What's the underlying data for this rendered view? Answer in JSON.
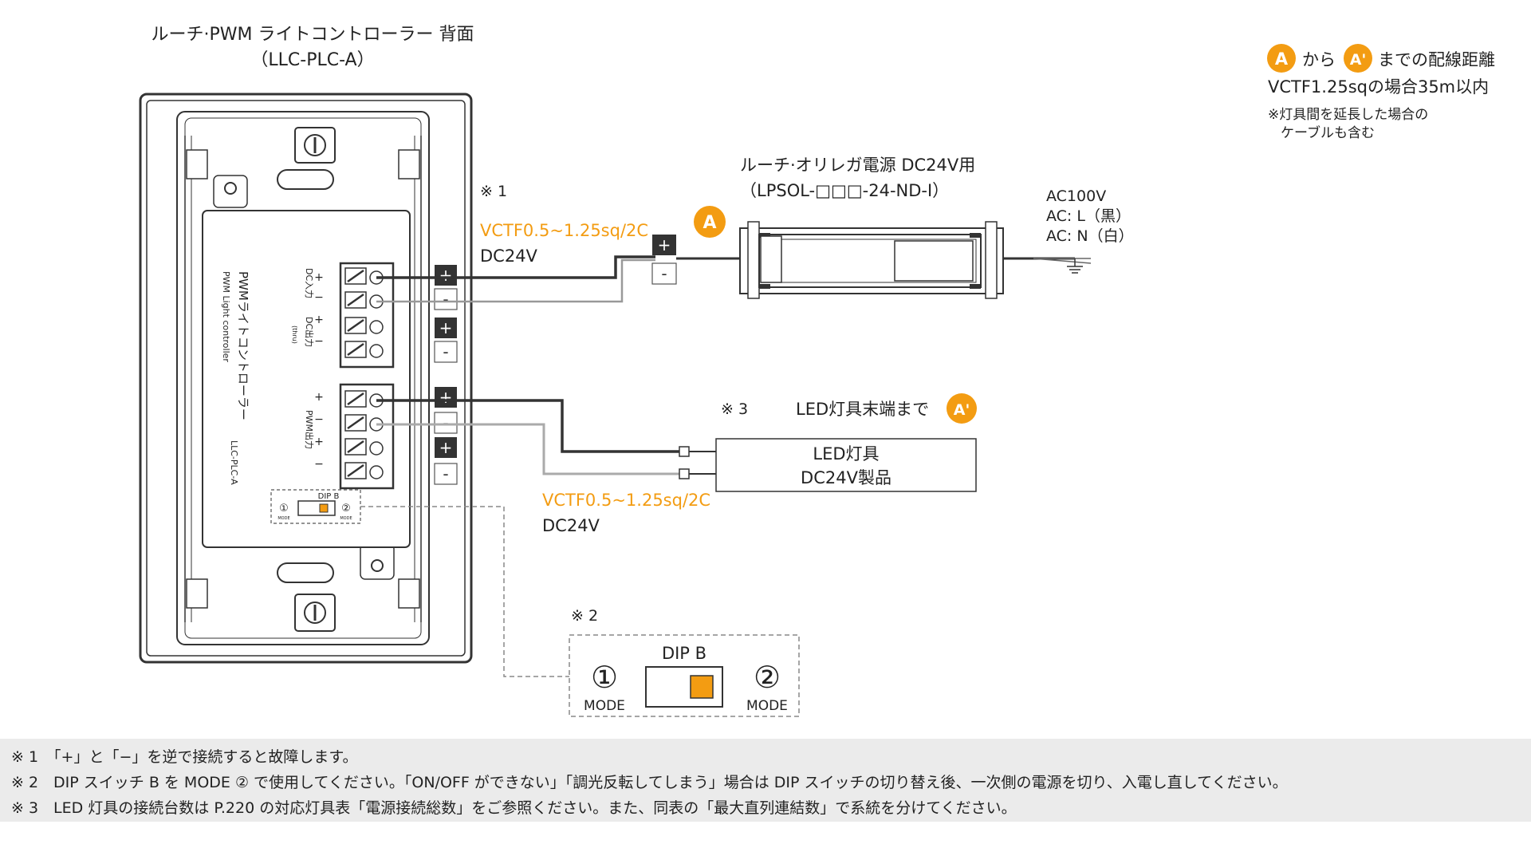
{
  "controller": {
    "title": "ルーチ·PWM ライトコントローラー 背面",
    "model": "（LLC-PLC-A）",
    "label_jp": "PWMライトコントローラー",
    "label_en": "PWM Light controller",
    "model_small": "LLC-PLC-A",
    "dc_in_label": "DC入力",
    "dc_out_label": "DC出力",
    "dc_out_sub": "(thru)",
    "pwm_out_label": "PWM出力",
    "plus": "+",
    "minus": "−",
    "dip_label": "DIP B",
    "mode1": "①",
    "mode2": "②",
    "mode_text": "MODE"
  },
  "power_supply": {
    "title": "ルーチ·オリレガ電源 DC24V用",
    "model": "（LPSOL-□□□-24-ND-I）",
    "ac_voltage": "AC100V",
    "ac_l": "AC: L（黒）",
    "ac_n": "AC: N（白）"
  },
  "marker": {
    "a": "A",
    "a_prime": "A'"
  },
  "distance": {
    "heading_mid": "から",
    "heading_end": "までの配線距離",
    "spec": "VCTF1.25sqの場合35m以内",
    "note_line1": "※灯具間を延長した場合の",
    "note_line2": "ケーブルも含む"
  },
  "wire_in": {
    "ref": "※ 1",
    "cable": "VCTF0.5~1.25sq/2C",
    "voltage": "DC24V"
  },
  "wire_out": {
    "cable": "VCTF0.5~1.25sq/2C",
    "voltage": "DC24V"
  },
  "led": {
    "ref": "※ 3",
    "to_end": "LED灯具末端まで",
    "line1": "LED灯具",
    "line2": "DC24V製品"
  },
  "dip_detail": {
    "ref": "※ 2",
    "title": "DIP B",
    "num1": "①",
    "num2": "②",
    "mode": "MODE"
  },
  "terminal": {
    "plus": "+",
    "minus": "-"
  },
  "notes": [
    "※ 1　「+」と「−」を逆で接続すると故障します。",
    "※ 2　DIP スイッチ B を MODE ② で使用してください。「ON/OFF ができない」「調光反転してしまう」場合は DIP スイッチの切り替え後、一次側の電源を切り、入電し直してください。",
    "※ 3　LED 灯具の接続台数は P.220 の対応灯具表「電源接続総数」をご参照ください。また、同表の「最大直列連結数」で系統を分けてください。"
  ],
  "colors": {
    "accent": "#f39c12",
    "wire_dark": "#333333",
    "wire_light": "#aaaaaa",
    "dip_knob": "#f39c12"
  }
}
